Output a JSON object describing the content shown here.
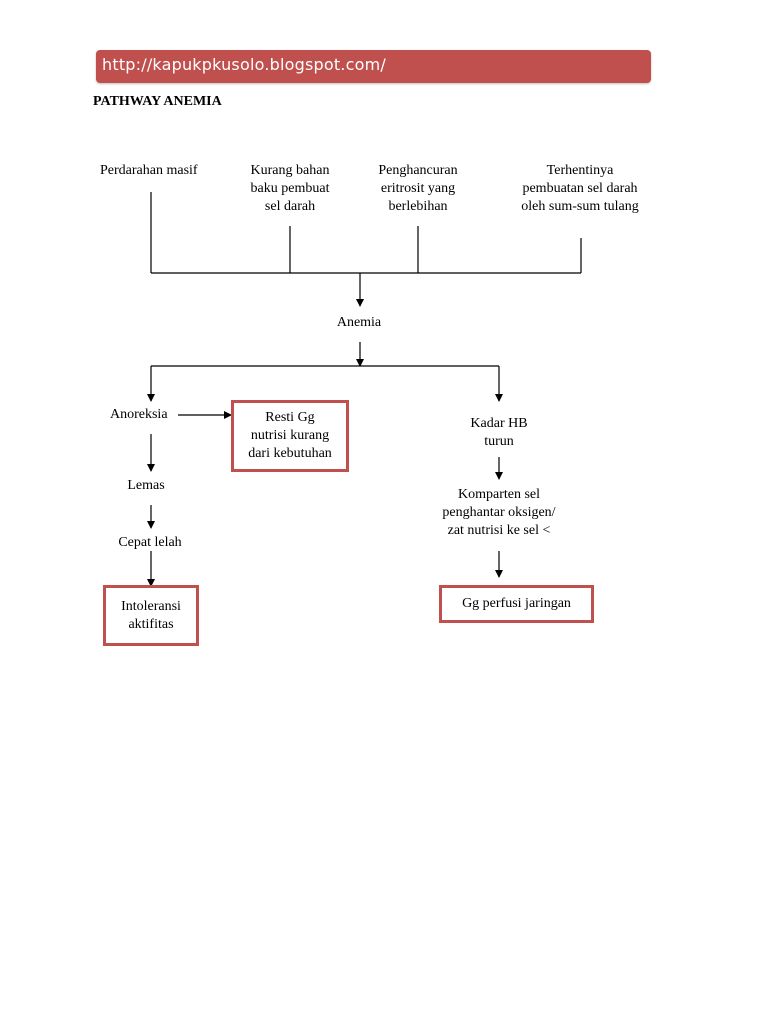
{
  "banner": {
    "url": "http://kapukpkusolo.blogspot.com/"
  },
  "title": "PATHWAY ANEMIA",
  "causes": [
    "Perdarahan masif",
    "Kurang bahan\nbaku pembuat\nsel darah",
    "Penghancuran\neritrosit yang\nberlebihan",
    "Terhentinya\npembuatan sel darah\noleh sum-sum tulang"
  ],
  "center": "Anemia",
  "left_chain": [
    "Anoreksia",
    "Lemas",
    "Cepat lelah"
  ],
  "right_chain": [
    "Kadar HB\nturun",
    "Komparten sel\npenghantar oksigen/\nzat nutrisi ke sel <"
  ],
  "diagnoses": {
    "nutrition": "Resti Gg\nnutrisi kurang\ndari kebutuhan",
    "activity": "Intoleransi\naktifitas",
    "perfusion": "Gg perfusi jaringan"
  },
  "colors": {
    "accent": "#c0504d",
    "line": "#000000"
  }
}
